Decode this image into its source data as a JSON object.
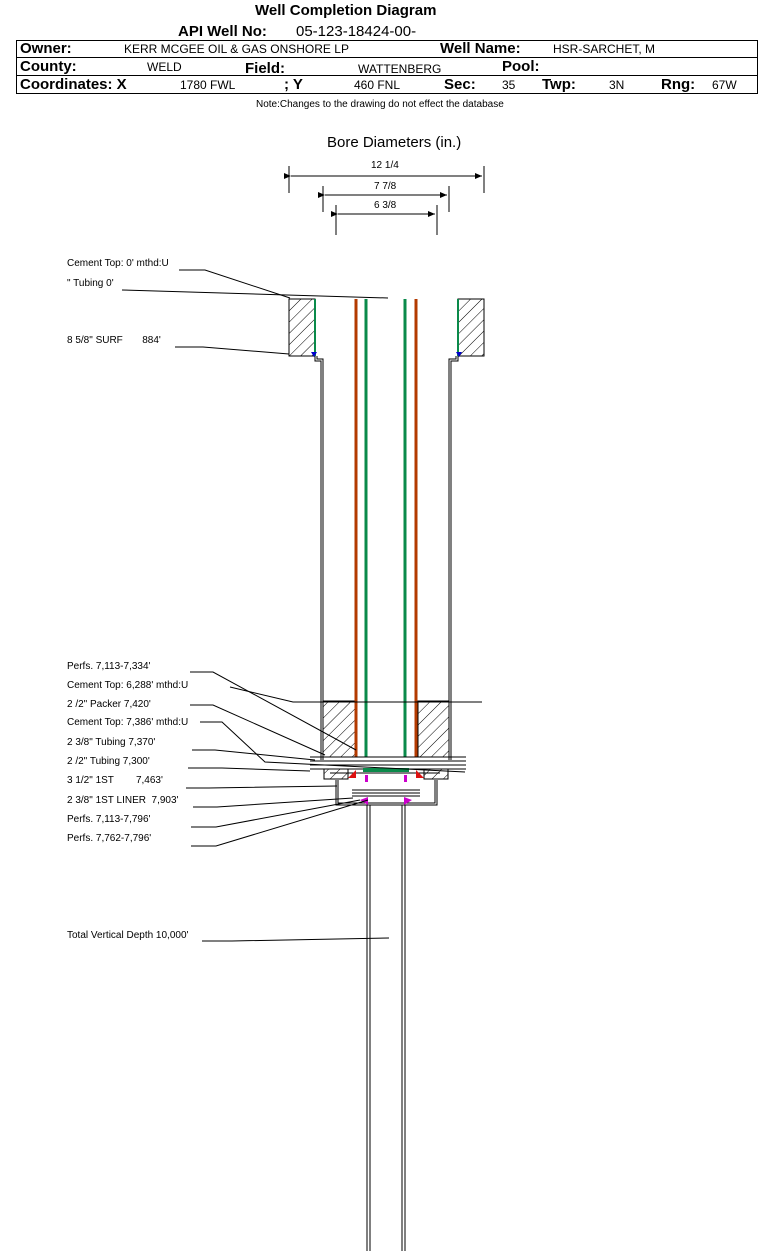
{
  "header": {
    "title": "Well Completion Diagram",
    "api_label": "API Well No:",
    "api_value": "05-123-18424-00-",
    "owner_label": "Owner:",
    "owner_value": "KERR MCGEE OIL & GAS ONSHORE LP",
    "well_name_label": "Well Name:",
    "well_name_value": "HSR-SARCHET, M",
    "county_label": "County:",
    "county_value": "WELD",
    "field_label": "Field:",
    "field_value": "WATTENBERG",
    "pool_label": "Pool:",
    "pool_value": "",
    "coords_label": "Coordinates: X",
    "x_value": "1780 FWL",
    "y_label": "; Y",
    "y_value": "460 FNL",
    "sec_label": "Sec:",
    "sec_value": "35",
    "twp_label": "Twp:",
    "twp_value": "3N",
    "rng_label": "Rng:",
    "rng_value": "67W",
    "note": "Note:Changes to the drawing do not effect the database"
  },
  "bore": {
    "title": "Bore Diameters (in.)",
    "d1": "12 1/4",
    "d2": "7 7/8",
    "d3": "6 3/8"
  },
  "labels": {
    "cement_top_0": "Cement Top: 0' mthd:U",
    "tubing_0": "\" Tubing 0'",
    "surf": "8 5/8\" SURF       884'",
    "perfs_1": "Perfs. 7,113-7,334'",
    "cement_top_6288": "Cement Top: 6,288' mthd:U",
    "packer": "2 /2\" Packer 7,420'",
    "cement_top_7386": "Cement Top: 7,386' mthd:U",
    "tubing_7370": "2 3/8\" Tubing 7,370'",
    "tubing_7300": "2 /2\" Tubing 7,300'",
    "first_1st": "3 1/2\" 1ST        7,463'",
    "liner": "2 3/8\" 1ST LINER  7,903'",
    "perfs_2": "Perfs. 7,113-7,796'",
    "perfs_3": "Perfs. 7,762-7,796'",
    "tvd": "Total Vertical Depth 10,000'"
  }
}
